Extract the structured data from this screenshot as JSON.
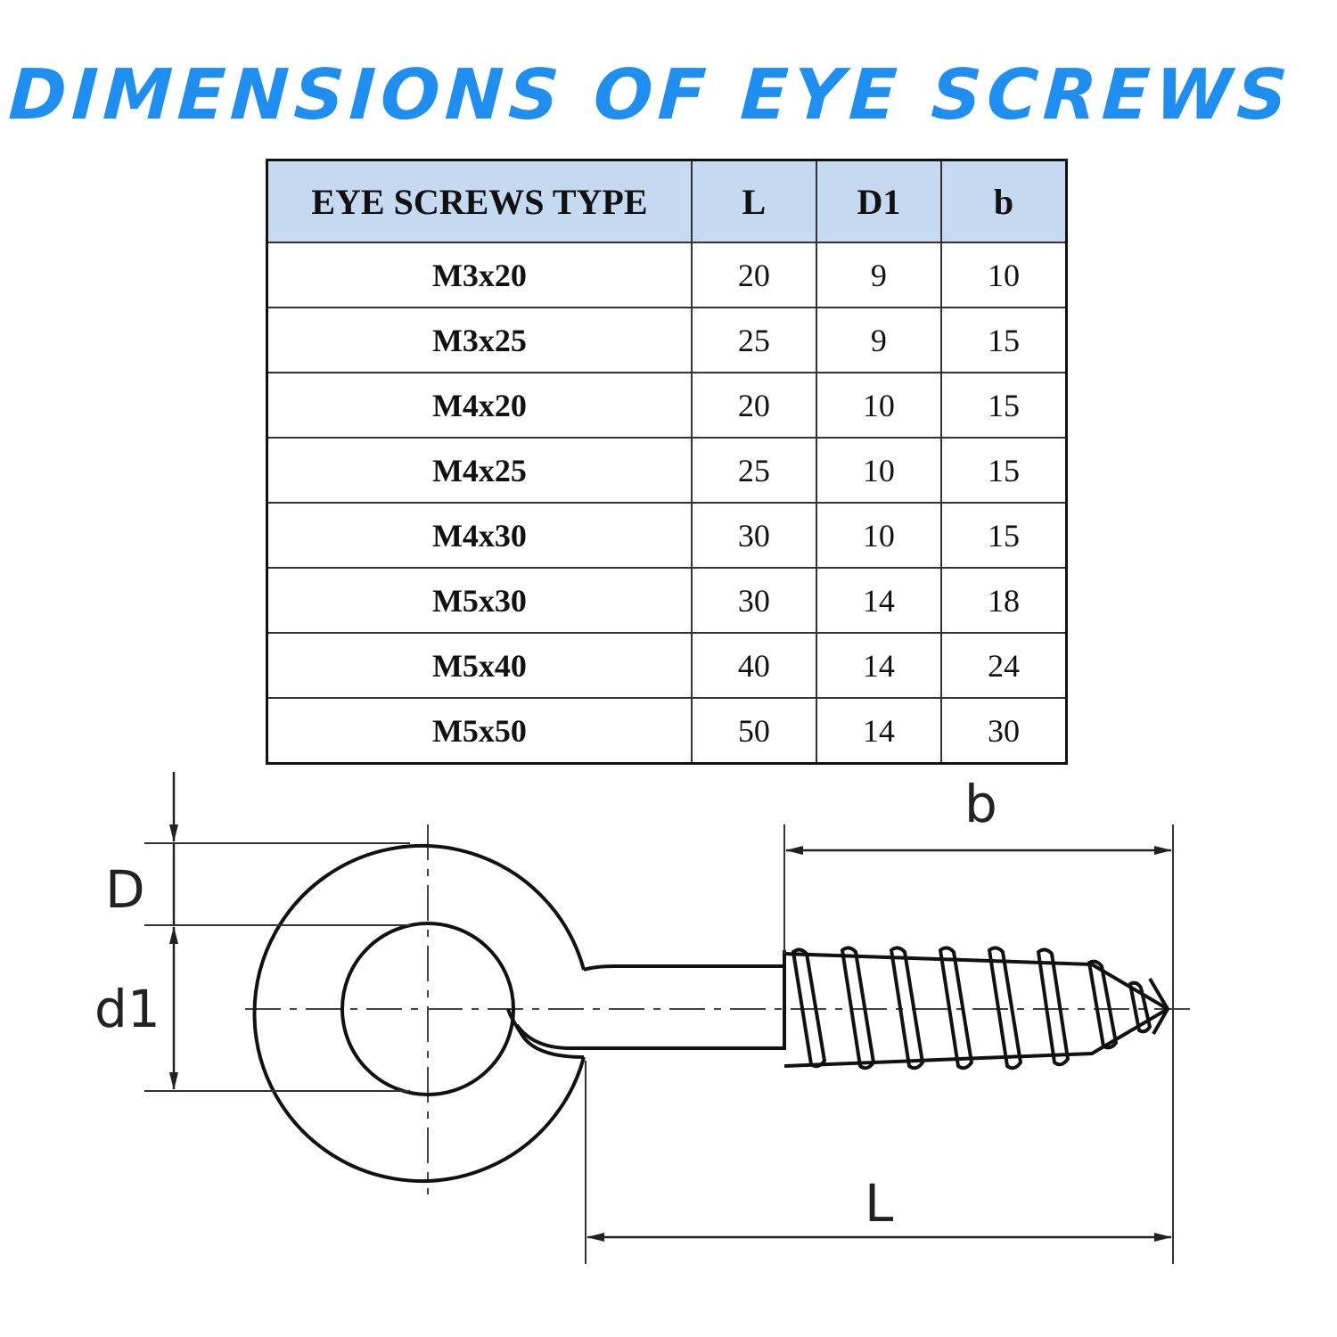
{
  "title": "DIMENSIONS OF EYE SCREWS",
  "table": {
    "headers": [
      "EYE SCREWS TYPE",
      "L",
      "D1",
      "b"
    ],
    "rows": [
      [
        "M3x20",
        "20",
        "9",
        "10"
      ],
      [
        "M3x25",
        "25",
        "9",
        "15"
      ],
      [
        "M4x20",
        "20",
        "10",
        "15"
      ],
      [
        "M4x25",
        "25",
        "10",
        "15"
      ],
      [
        "M4x30",
        "30",
        "10",
        "15"
      ],
      [
        "M5x30",
        "30",
        "14",
        "18"
      ],
      [
        "M5x40",
        "40",
        "14",
        "24"
      ],
      [
        "M5x50",
        "50",
        "14",
        "30"
      ]
    ]
  },
  "diagram": {
    "labels": {
      "D": "D",
      "d1": "d1",
      "b": "b",
      "L": "L"
    }
  },
  "colors": {
    "title": "#1e8ff0",
    "header_bg": "#c5daf1",
    "line": "#222222"
  }
}
